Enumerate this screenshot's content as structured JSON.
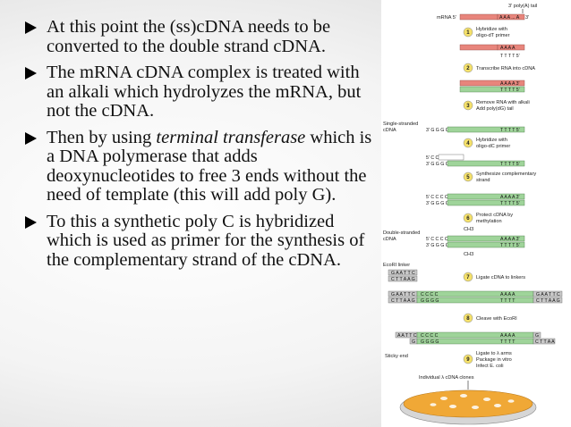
{
  "slide": {
    "bullets": [
      {
        "parts": [
          {
            "text": "At this point the (ss)cDNA needs to be converted to the double strand cDNA."
          }
        ]
      },
      {
        "parts": [
          {
            "text": "The mRNA cDNA complex is treated with an alkali which hydrolyzes the mRNA, but not the cDNA."
          }
        ]
      },
      {
        "parts": [
          {
            "text": "Then by using "
          },
          {
            "text": "terminal transferase",
            "italic": true
          },
          {
            "text": " which is a DNA polymerase that adds deoxynucleotides to free 3 ends without the need of template (this will add poly G)."
          }
        ]
      },
      {
        "parts": [
          {
            "text": "To this a synthetic poly C is hybridized which is used as primer for the synthesis of the complementary strand of the cDNA."
          }
        ]
      }
    ]
  },
  "diagram": {
    "colors": {
      "mrna": "#e8857c",
      "dna": "#9fd49a",
      "linker": "#c9c9c9",
      "step": "#f5e16a",
      "plate": "#f0a836"
    },
    "top_label": "3' poly(A) tail",
    "mrna_label": "mRNA 5'",
    "mrna_end": "A A A ... A",
    "mrna_end_3": "3'",
    "side_labels": {
      "single": "Single-stranded",
      "single2": "cDNA",
      "double": "Double-stranded",
      "double2": "cDNA",
      "ecori": "EcoRI linker",
      "sticky": "Sticky end"
    },
    "steps": [
      {
        "num": "1",
        "label": "Hybridize with",
        "label2": "oligo-dT primer"
      },
      {
        "num": "2",
        "label": "Transcribe RNA into cDNA",
        "label2": ""
      },
      {
        "num": "3",
        "label": "Remove RNA with alkali",
        "label2": "Add poly(dG) tail"
      },
      {
        "num": "4",
        "label": "Hybridize with",
        "label2": "oligo-dC primer"
      },
      {
        "num": "5",
        "label": "Synthesize complementary",
        "label2": "strand"
      },
      {
        "num": "6",
        "label": "Protect cDNA by",
        "label2": "methylation"
      },
      {
        "num": "7",
        "label": "Ligate cDNA to linkers",
        "label2": ""
      },
      {
        "num": "8",
        "label": "Cleave with EcoRI",
        "label2": ""
      },
      {
        "num": "9",
        "label": "Ligate to λ arms",
        "label2": "Package in vitro",
        "label3": "Infect E. coli"
      }
    ],
    "seq": {
      "aaaa": "A A A A",
      "aaaa3": "A A A A 3'",
      "tttt": "T T T T",
      "tttt5": "T T T T 5'",
      "gggg": "3' G G G G",
      "gggg_plain": "G G G G",
      "cccc5": "5' C C C C",
      "cccc": "C C C C",
      "ch3": "CH3",
      "gaattc": "G A A T T C",
      "cttaag": "C T T A A G",
      "aattc": "A A T T C",
      "g": "G",
      "cttaa": "C T T A A"
    },
    "bottom_label": "Individual λ cDNA clones"
  }
}
